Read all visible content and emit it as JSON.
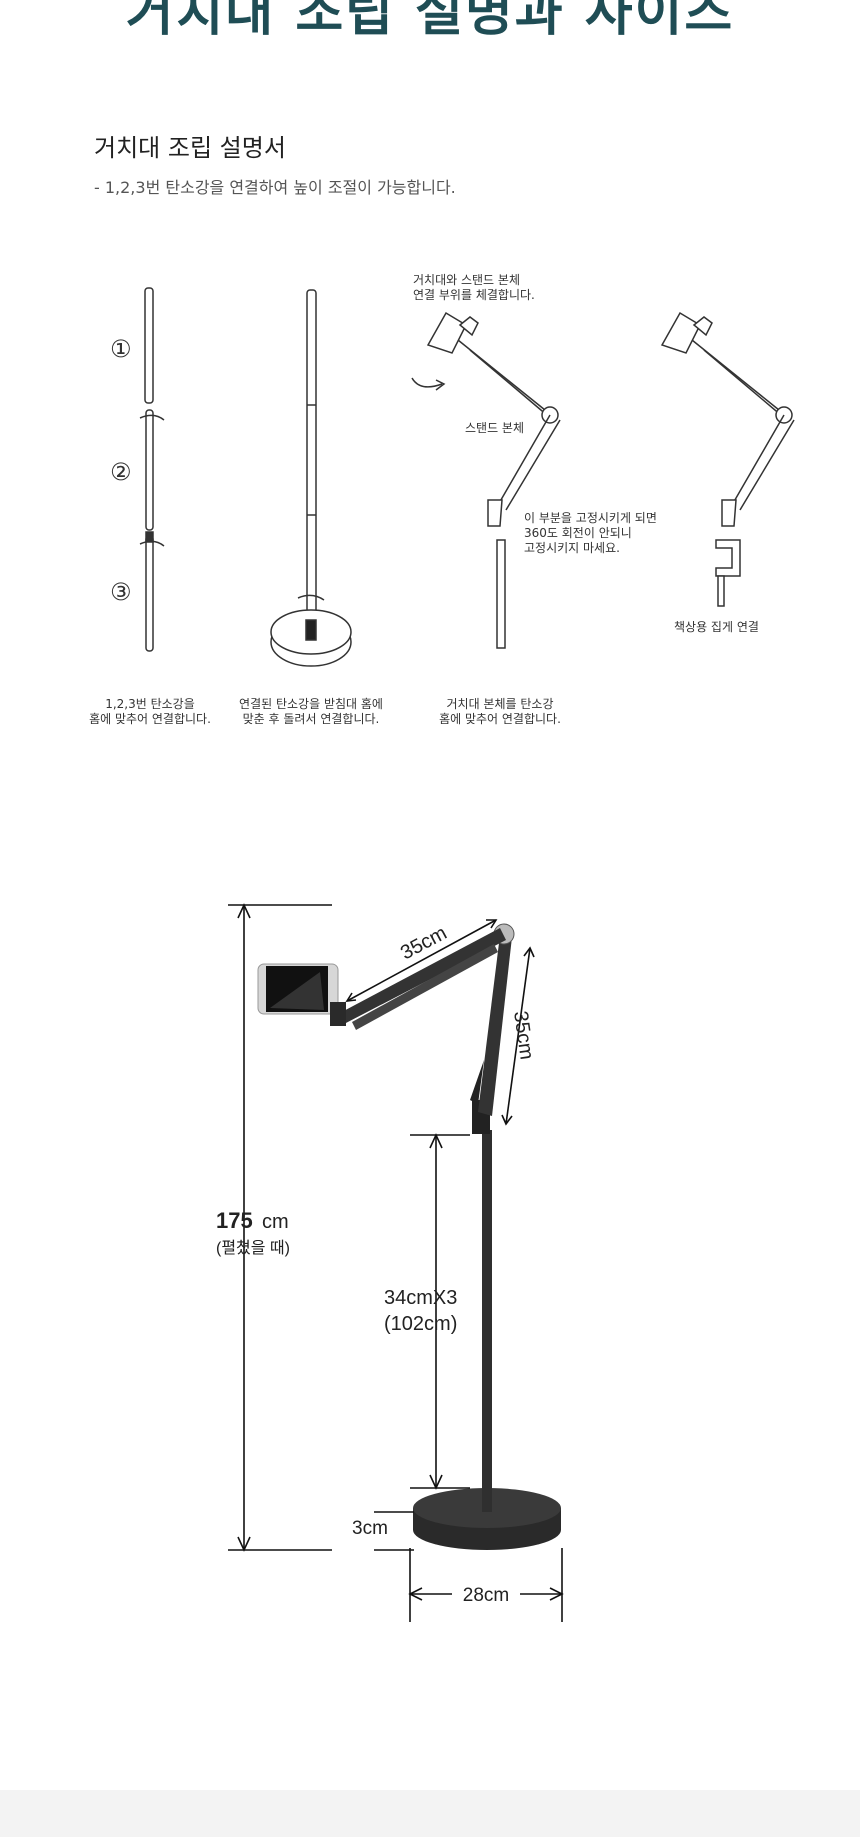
{
  "header": {
    "title": "거치대 조립 설명과 사이즈"
  },
  "assembly": {
    "title": "거치대 조립 설명서",
    "subtitle": "- 1,2,3번 탄소강을 연결하여 높이 조절이 가능합니다.",
    "markers": [
      "①",
      "②",
      "③"
    ],
    "callouts": {
      "mount_joint_1": "거치대와 스탠드 본체",
      "mount_joint_2": "연결 부위를 체결합니다.",
      "stand_body": "스탠드 본체",
      "lock_note_1": "이 부분을 고정시키게 되면",
      "lock_note_2": "360도 회전이 안되니",
      "lock_note_3": "고정시키지 마세요.",
      "clamp": "책상용 집게 연결"
    },
    "captions": [
      {
        "line1": "1,2,3번 탄소강을",
        "line2": "홈에 맞추어 연결합니다."
      },
      {
        "line1": "연결된 탄소강을 받침대 홈에",
        "line2": "맞춘 후 돌려서 연결합니다."
      },
      {
        "line1": "거치대 본체를 탄소강",
        "line2": "홈에 맞추어 연결합니다."
      }
    ]
  },
  "size": {
    "total_value": "175",
    "total_unit": "cm",
    "total_note": "(펼쳤을 때)",
    "arm_upper": "35cm",
    "arm_lower": "35cm",
    "pole_1": "34cmX3",
    "pole_2": "(102cm)",
    "base_height": "3cm",
    "base_width": "28cm"
  }
}
